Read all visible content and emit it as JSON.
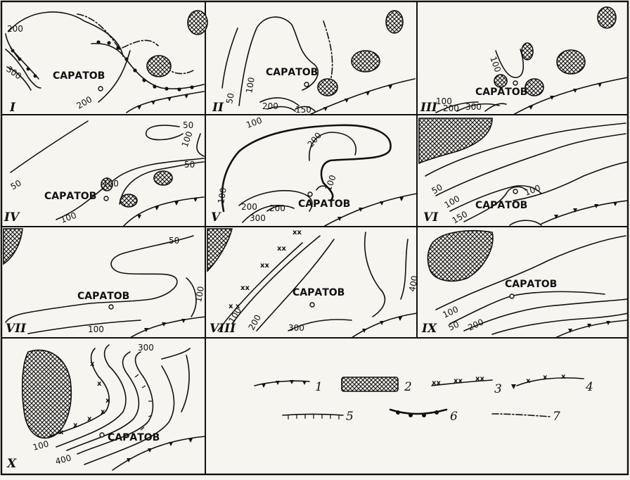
{
  "city_label": "САРАТОВ",
  "panels": [
    {
      "roman": "I",
      "isolines": [
        "200",
        "300",
        "200"
      ]
    },
    {
      "roman": "II",
      "isolines": [
        "50",
        "100",
        "200",
        "150"
      ]
    },
    {
      "roman": "III",
      "isolines": [
        "100",
        "100",
        "200",
        "300"
      ]
    },
    {
      "roman": "IV",
      "isolines": [
        "50",
        "100",
        "50",
        "50",
        "100",
        "100"
      ]
    },
    {
      "roman": "V",
      "isolines": [
        "100",
        "200",
        "100",
        "200",
        "300",
        "200",
        "100"
      ]
    },
    {
      "roman": "VI",
      "isolines": [
        "50",
        "100",
        "150",
        "100"
      ]
    },
    {
      "roman": "VII",
      "isolines": [
        "50",
        "100",
        "100"
      ]
    },
    {
      "roman": "VIII",
      "isolines": [
        "100",
        "200",
        "300",
        "400"
      ]
    },
    {
      "roman": "IX",
      "isolines": [
        "100",
        "50",
        "200"
      ]
    },
    {
      "roman": "X",
      "isolines": [
        "300",
        "100",
        "400"
      ]
    }
  ],
  "legend": [
    "1",
    "2",
    "3",
    "4",
    "5",
    "6",
    "7"
  ]
}
